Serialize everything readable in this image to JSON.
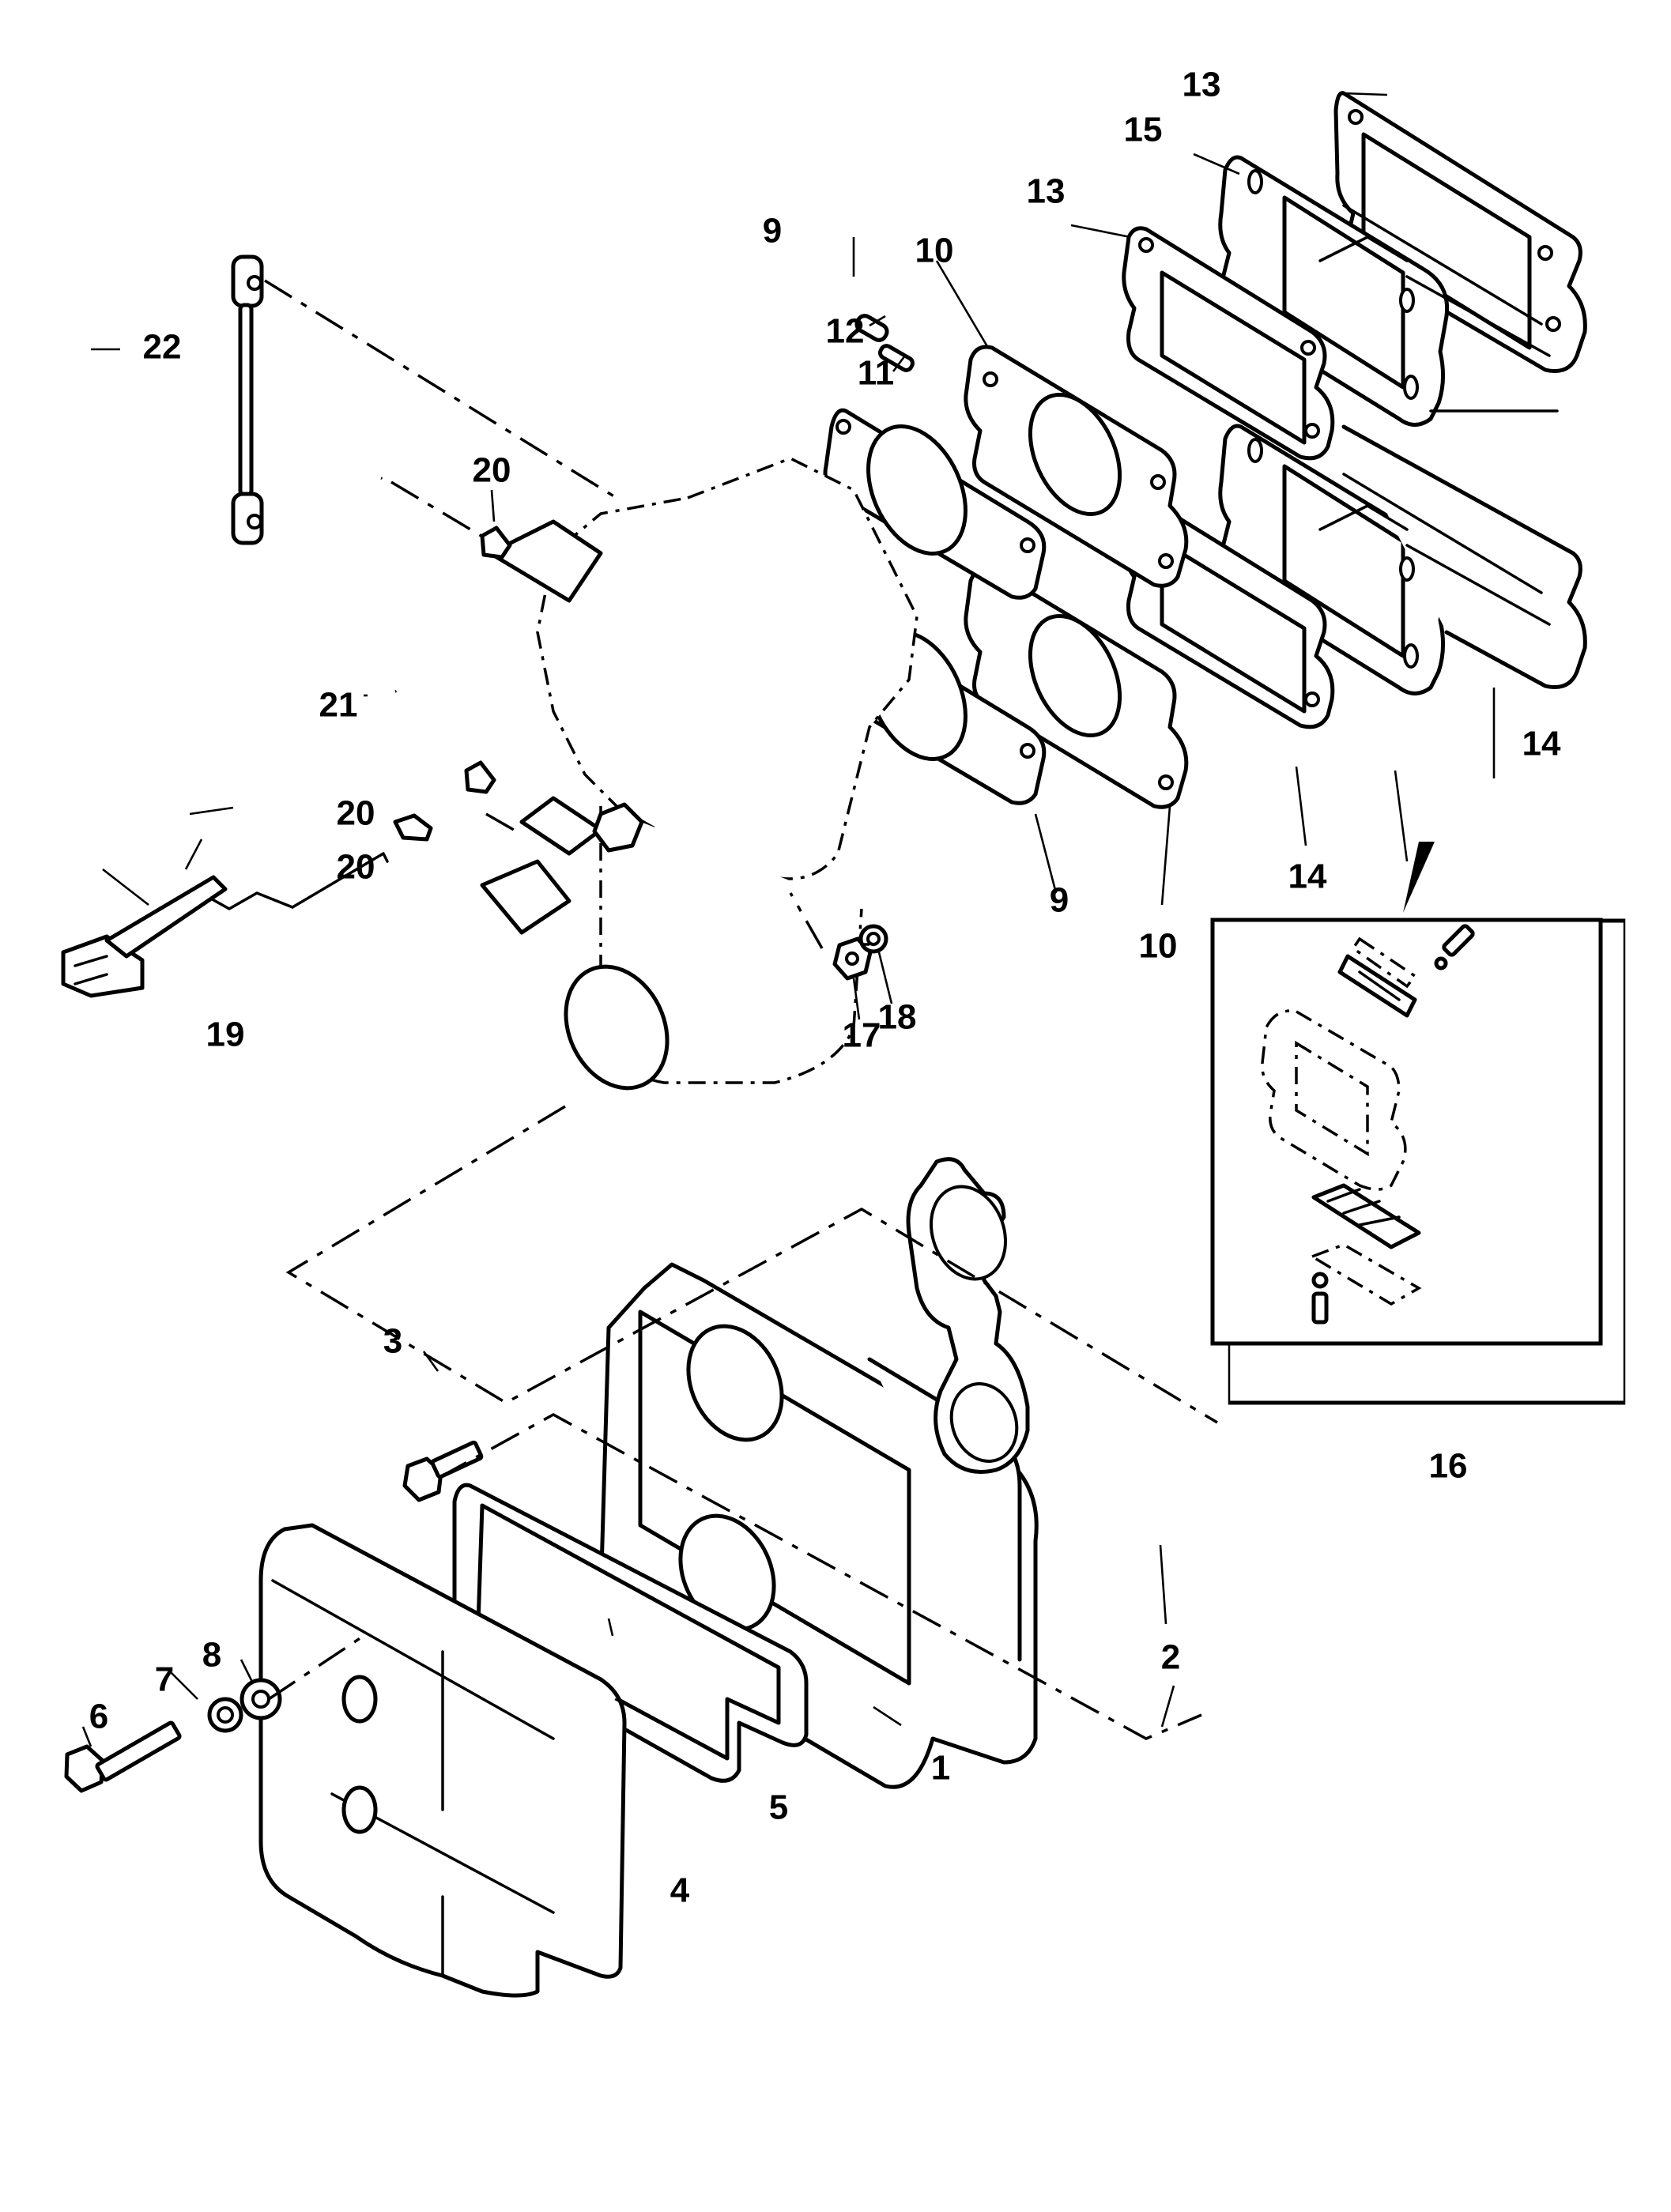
{
  "diagram": {
    "title": "Exploded parts diagram — carburetor, reed block and air box assembly",
    "colors": {
      "line": "#000000",
      "background": "#ffffff"
    },
    "callouts": [
      {
        "id": "c1",
        "label": "1",
        "part": "air-box-base"
      },
      {
        "id": "c2",
        "label": "2",
        "part": "gasket-round"
      },
      {
        "id": "c3",
        "label": "3",
        "part": "screw"
      },
      {
        "id": "c4",
        "label": "4",
        "part": "air-box-cover"
      },
      {
        "id": "c5",
        "label": "5",
        "part": "cover-seal"
      },
      {
        "id": "c6",
        "label": "6",
        "part": "bolt"
      },
      {
        "id": "c7",
        "label": "7",
        "part": "lock-washer"
      },
      {
        "id": "c8",
        "label": "8",
        "part": "flat-washer"
      },
      {
        "id": "c9a",
        "label": "9",
        "part": "carburetor-gasket"
      },
      {
        "id": "c9b",
        "label": "9",
        "part": "carburetor-gasket"
      },
      {
        "id": "c10a",
        "label": "10",
        "part": "adaptor-plate"
      },
      {
        "id": "c10b",
        "label": "10",
        "part": "adaptor-plate"
      },
      {
        "id": "c11",
        "label": "11",
        "part": "stud"
      },
      {
        "id": "c12",
        "label": "12",
        "part": "dowel-pin"
      },
      {
        "id": "c13a",
        "label": "13",
        "part": "reed-block-gasket"
      },
      {
        "id": "c13b",
        "label": "13",
        "part": "reed-block-gasket"
      },
      {
        "id": "c14a",
        "label": "14",
        "part": "reed-block-assembly"
      },
      {
        "id": "c14b",
        "label": "14",
        "part": "reed-block-assembly"
      },
      {
        "id": "c15",
        "label": "15",
        "part": "reed-block-housing"
      },
      {
        "id": "c16",
        "label": "16",
        "part": "reed-block-detail-inset"
      },
      {
        "id": "c17",
        "label": "17",
        "part": "nut"
      },
      {
        "id": "c18",
        "label": "18",
        "part": "washer"
      },
      {
        "id": "c19",
        "label": "19",
        "part": "choke-knob-link"
      },
      {
        "id": "c20a",
        "label": "20",
        "part": "link-retainer"
      },
      {
        "id": "c20b",
        "label": "20",
        "part": "link-retainer"
      },
      {
        "id": "c20c",
        "label": "20",
        "part": "link-retainer"
      },
      {
        "id": "c21",
        "label": "21",
        "part": "choke-link"
      },
      {
        "id": "c22",
        "label": "22",
        "part": "throttle-link-rod"
      }
    ]
  }
}
